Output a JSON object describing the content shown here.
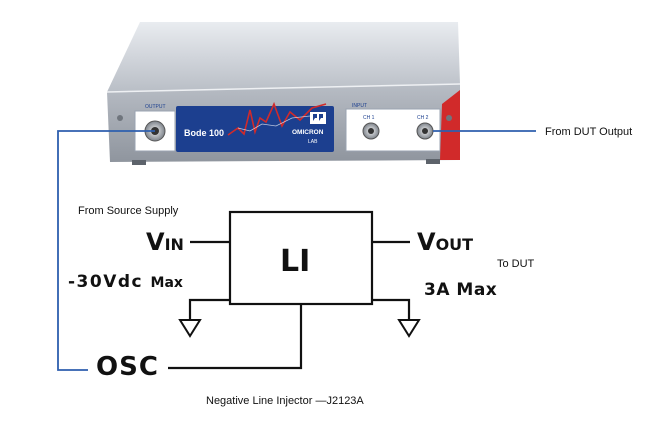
{
  "device": {
    "output_label": "OUTPUT",
    "input_label": "INPUT",
    "ch1_label": "CH 1",
    "ch2_label": "CH 2",
    "model": "Bode 100",
    "brand": "OMICRON",
    "brand_sub": "LAB"
  },
  "labels": {
    "from_dut_output": "From DUT Output",
    "from_source_supply": "From Source Supply",
    "vin_main": "V",
    "vin_sub": "IN",
    "vin_max": "-30Vdc",
    "vin_max_suffix": "Max",
    "injector_block": "LI",
    "vout_main": "V",
    "vout_sub": "OUT",
    "to_dut": "To DUT",
    "vout_max": "3A Max",
    "osc": "OSC",
    "caption": "Negative Line Injector —J2123A"
  },
  "colors": {
    "wire_blue": "#2e5fae",
    "wire_black": "#111111",
    "panel_blue": "#1c3f8f",
    "accent_red": "#d12a2a"
  }
}
